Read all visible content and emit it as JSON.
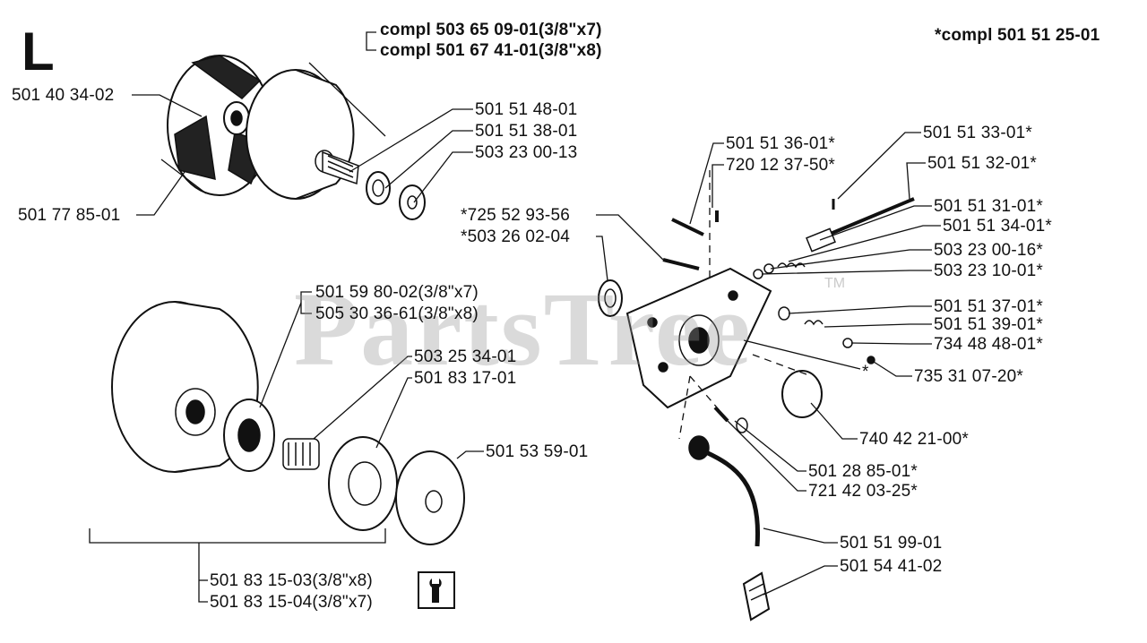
{
  "section_letter": "L",
  "kit_note": "*compl 501 51 25-01",
  "watermark": "PartsTree",
  "watermark_tm": "TM",
  "clutch_drum_kits": [
    "compl 503 65 09-01(3/8\"x7)",
    "compl 501 67 41-01(3/8\"x8)"
  ],
  "parts": {
    "p1": "501 40 34-02",
    "p2": "501 51 48-01",
    "p3": "501 51 38-01",
    "p4": "503 23 00-13",
    "p5": "501 77 85-01",
    "p6": "501 59 80-02(3/8\"x7)",
    "p7": "505 30 36-61(3/8\"x8)",
    "p8": "503 25 34-01",
    "p9": "501 83 17-01",
    "p10": "501 53 59-01",
    "p11": "501 83 15-03(3/8\"x8)",
    "p12": "501 83 15-04(3/8\"x7)",
    "p13": "501 51 36-01*",
    "p14": "720 12 37-50*",
    "p15": "501 51 33-01*",
    "p16": "501 51 32-01*",
    "p17": "*725 52 93-56",
    "p18": "*503 26 02-04",
    "p19": "501 51 31-01*",
    "p20": "501 51 34-01*",
    "p21": "503 23 00-16*",
    "p22": "503 23 10-01*",
    "p23": "501 51 37-01*",
    "p24": "501 51 39-01*",
    "p25": "734 48 48-01*",
    "p26": "*",
    "p27": "735 31 07-20*",
    "p28": "740 42 21-00*",
    "p29": "501 28 85-01*",
    "p30": "721 42 03-25*",
    "p31": "501 51 99-01",
    "p32": "501 54 41-02"
  },
  "icons": {
    "tool": "wrench-icon"
  }
}
